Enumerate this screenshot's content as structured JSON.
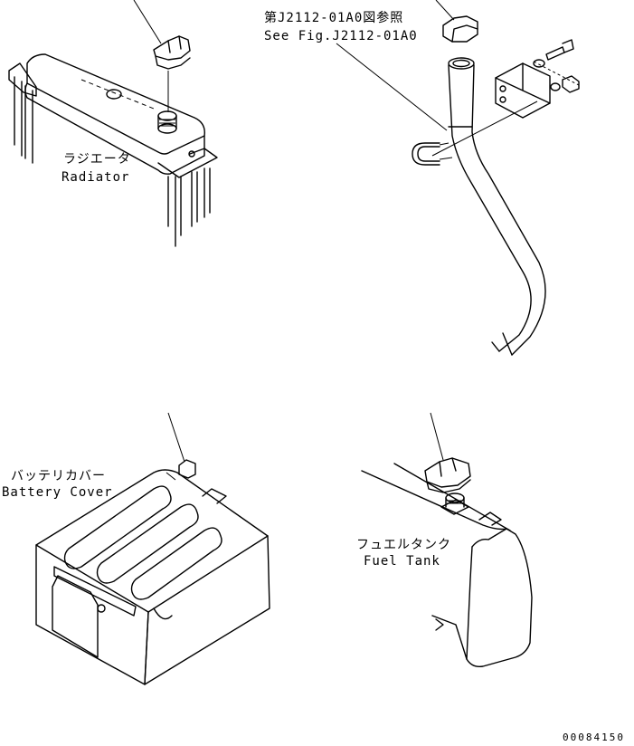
{
  "labels": {
    "radiator_jp": "ラジエータ",
    "radiator_en": "Radiator",
    "ref_jp": "第J2112-01A0図参照",
    "ref_en": "See Fig.J2112-01A0",
    "battery_jp": "バッテリカバー",
    "battery_en": "Battery Cover",
    "fuel_jp": "フュエルタンク",
    "fuel_en": "Fuel Tank",
    "drawing_number": "00084150"
  },
  "colors": {
    "line": "#000000",
    "background": "#ffffff"
  }
}
